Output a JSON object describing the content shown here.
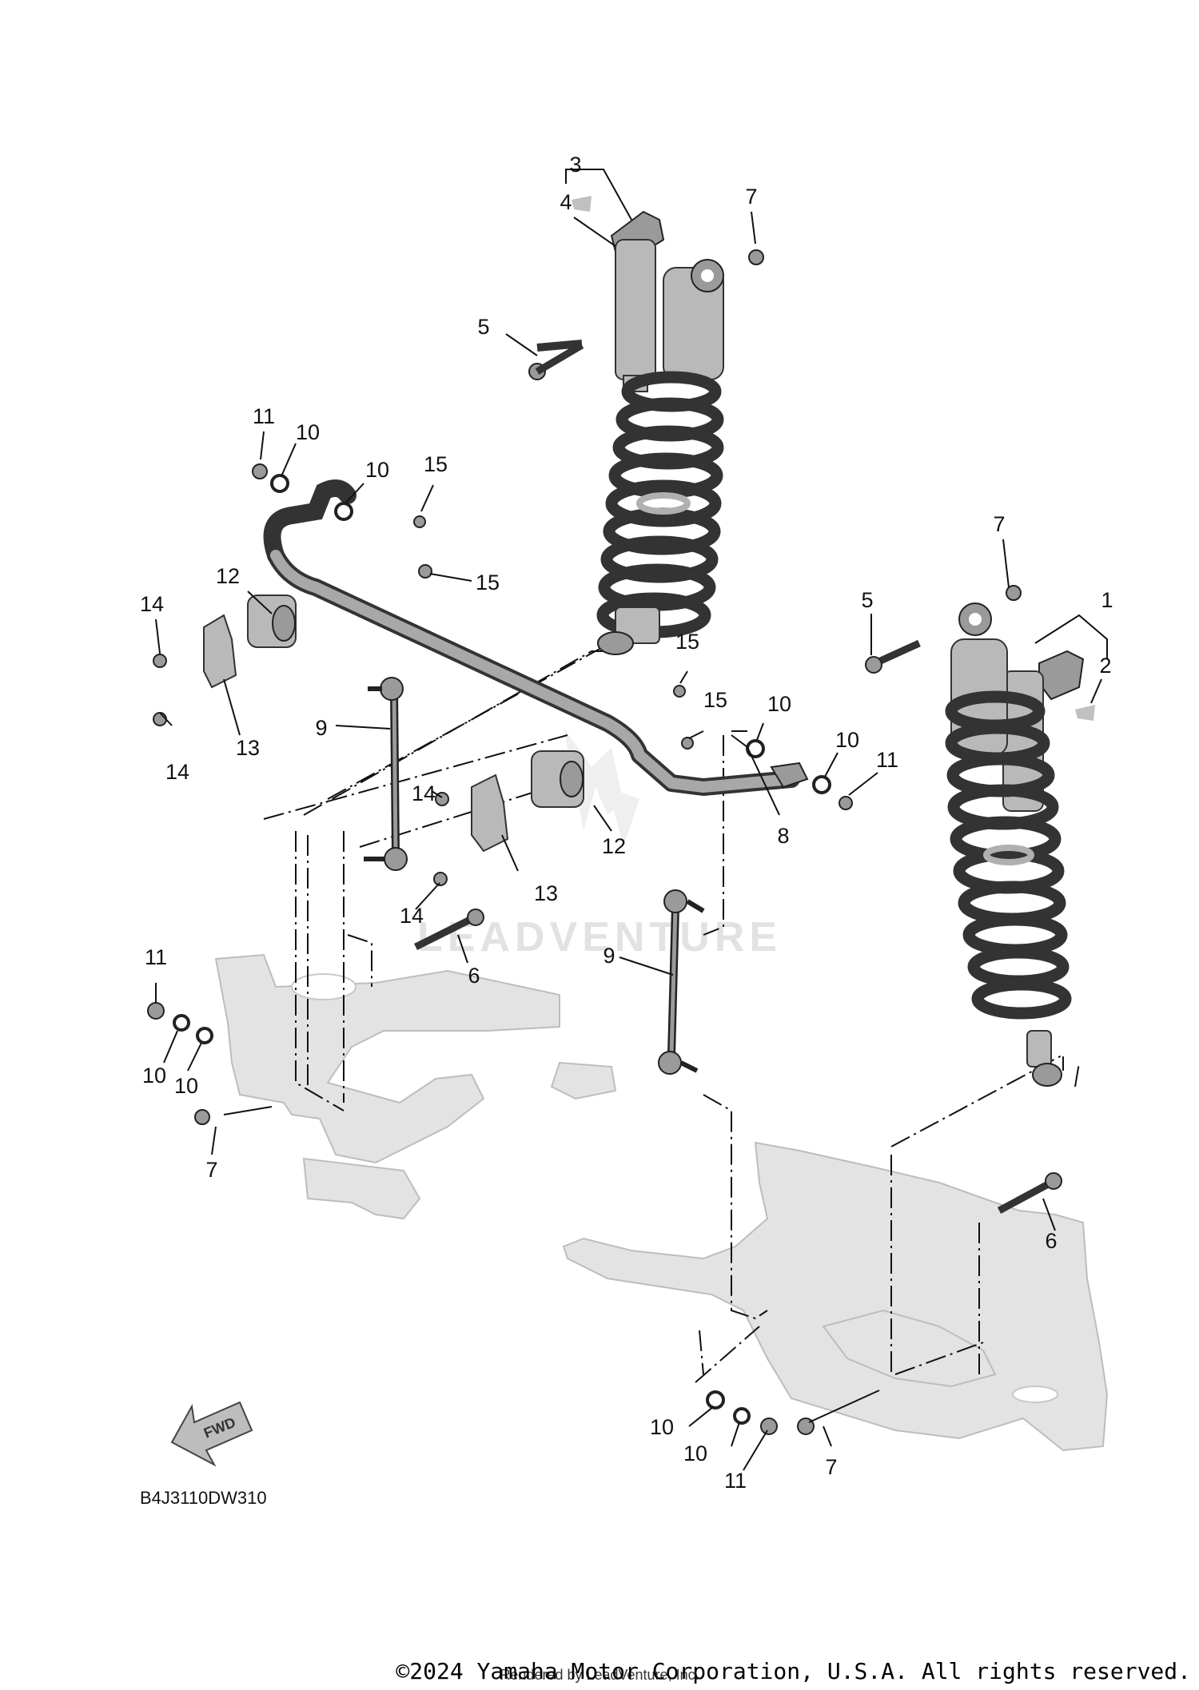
{
  "diagram": {
    "code": "B4J3110DW310",
    "fwd_label": "FWD",
    "watermark": "LEADVENTURE",
    "callouts": {
      "c1": "1",
      "c2": "2",
      "c3": "3",
      "c4": "4",
      "c5a": "5",
      "c5b": "5",
      "c6a": "6",
      "c6b": "6",
      "c7a": "7",
      "c7b": "7",
      "c7c": "7",
      "c7d": "7",
      "c8": "8",
      "c9a": "9",
      "c9b": "9",
      "c10a": "10",
      "c10b": "10",
      "c10c": "10",
      "c10d": "10",
      "c10e": "10",
      "c10f": "10",
      "c10g": "10",
      "c10h": "10",
      "c11a": "11",
      "c11b": "11",
      "c11c": "11",
      "c11d": "11",
      "c12a": "12",
      "c12b": "12",
      "c13a": "13",
      "c13b": "13",
      "c14a": "14",
      "c14b": "14",
      "c14c": "14",
      "c14d": "14",
      "c15a": "15",
      "c15b": "15",
      "c15c": "15",
      "c15d": "15"
    }
  },
  "footer": {
    "copyright": "©2024 Yamaha Motor Corporation, U.S.A. All rights reserved.",
    "render_credit": "Rendered by LeadVenture, Inc."
  }
}
